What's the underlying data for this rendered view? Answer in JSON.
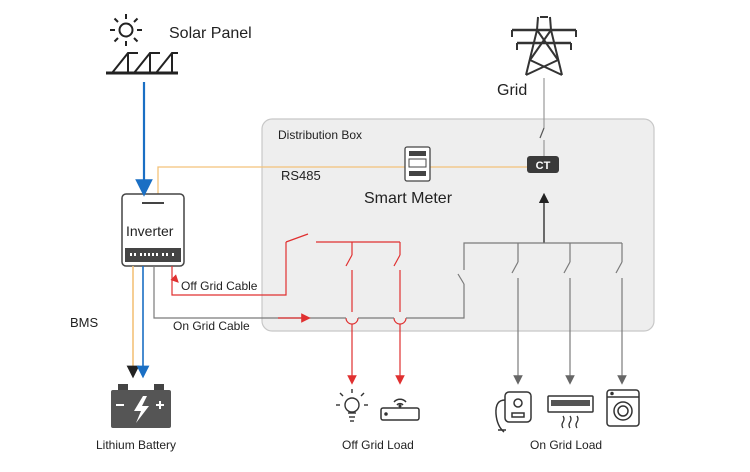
{
  "labels": {
    "solar_panel": "Solar Panel",
    "grid": "Grid",
    "distribution_box": "Distribution Box",
    "rs485": "RS485",
    "ct": "CT",
    "smart_meter": "Smart Meter",
    "inverter": "Inverter",
    "off_grid_cable": "Off Grid Cable",
    "on_grid_cable": "On Grid Cable",
    "bms": "BMS",
    "lithium_battery": "Lithium Battery",
    "off_grid_load": "Off Grid Load",
    "on_grid_load": "On Grid Load"
  },
  "colors": {
    "dc_flow": "#1a6fc4",
    "off_grid": "#e03030",
    "on_grid": "#7a7a7a",
    "comm": "#f3c27a",
    "box_fill": "#eeeeee",
    "box_stroke": "#c8c8c8",
    "icon": "#333333"
  }
}
